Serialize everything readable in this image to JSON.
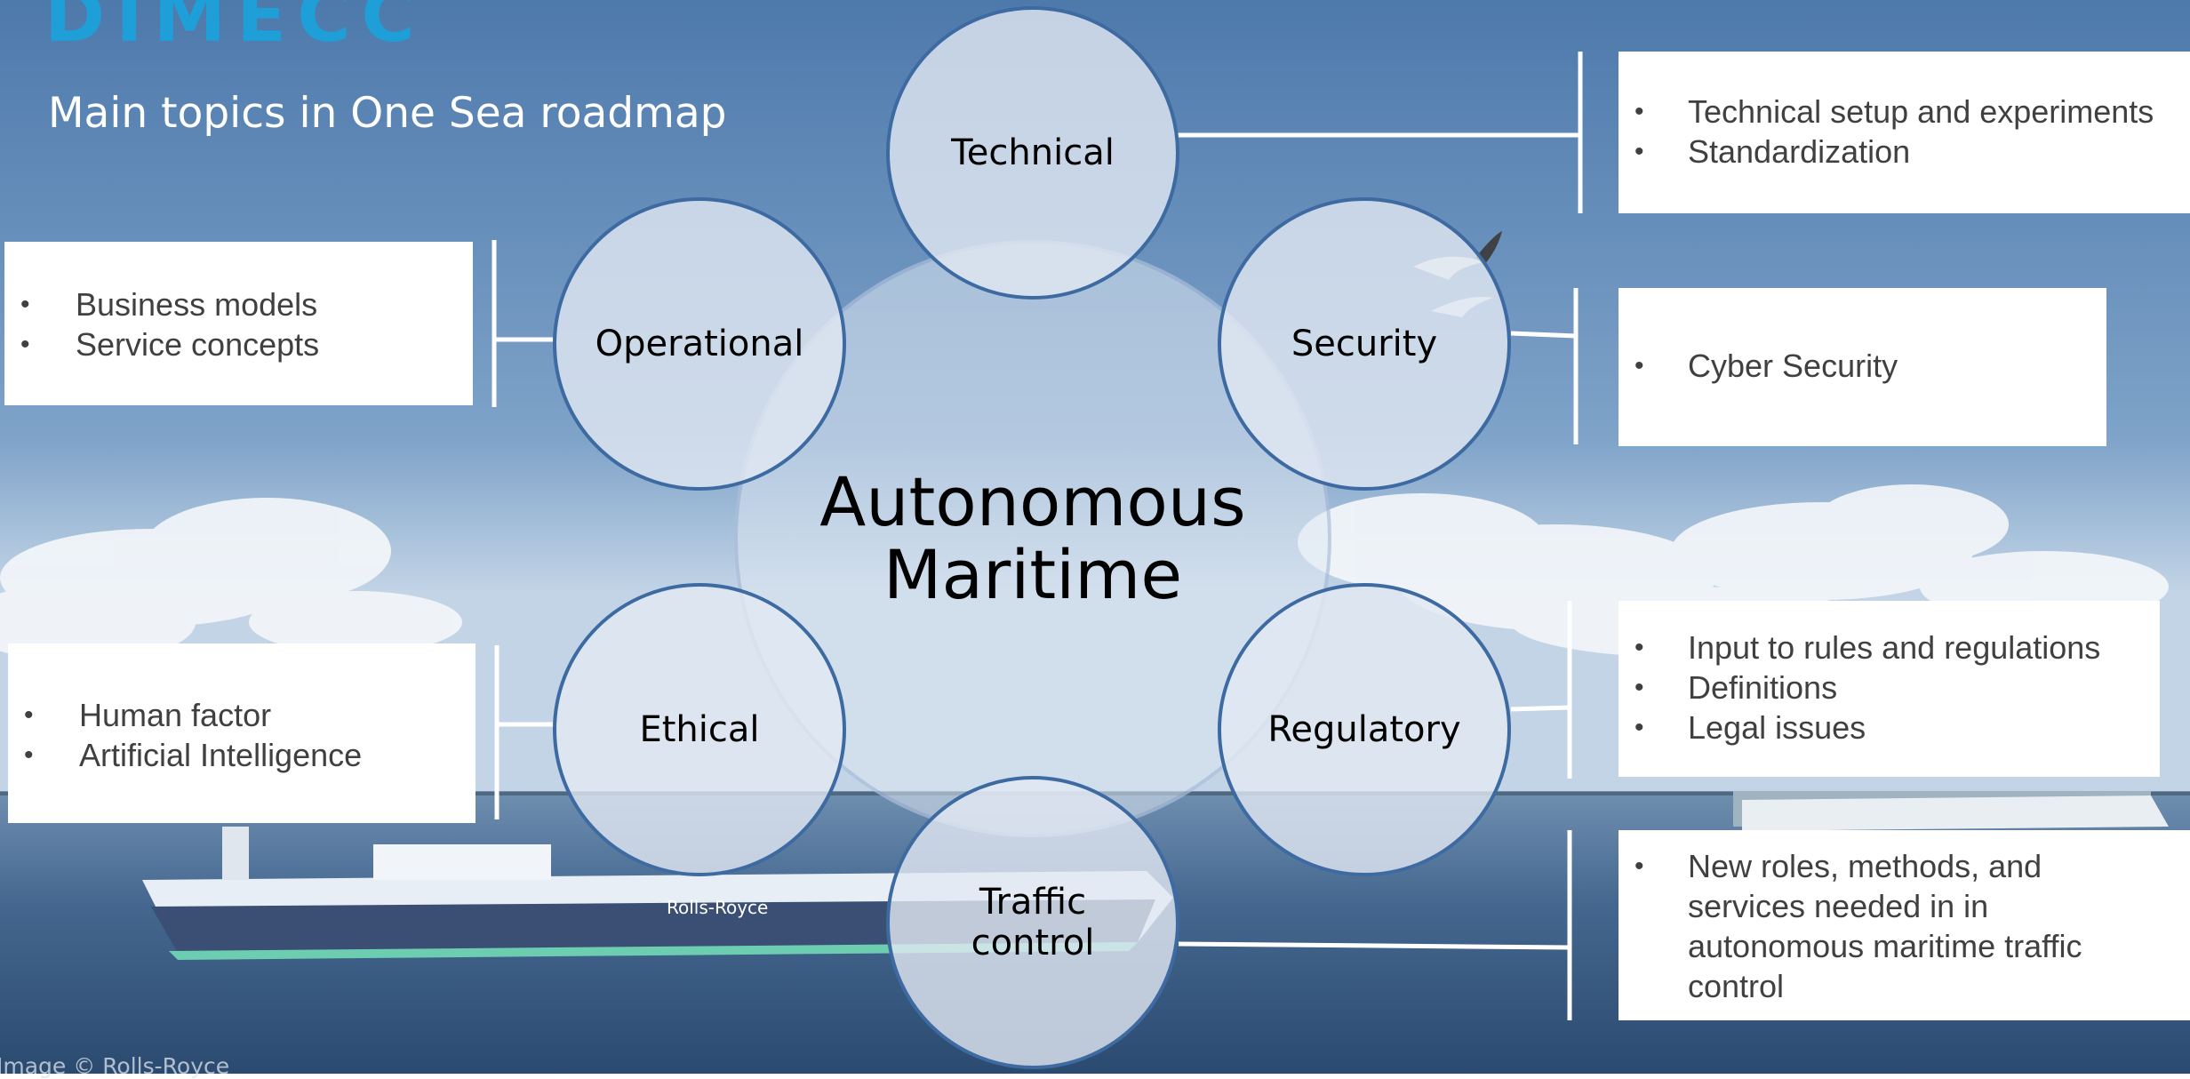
{
  "logo": {
    "text": "DIMECC",
    "color": "#1e9fd8"
  },
  "subtitle": "Main topics in One Sea roadmap",
  "diagram": {
    "center": "Autonomous\nMaritime",
    "nodes": [
      {
        "id": "technical",
        "label": "Technical"
      },
      {
        "id": "security",
        "label": "Security"
      },
      {
        "id": "regulatory",
        "label": "Regulatory"
      },
      {
        "id": "traffic",
        "label": "Traffic\ncontrol"
      },
      {
        "id": "ethical",
        "label": "Ethical"
      },
      {
        "id": "operational",
        "label": "Operational"
      }
    ],
    "boxes": {
      "technical": [
        "Technical setup and experiments",
        "Standardization"
      ],
      "security": [
        "Cyber Security"
      ],
      "regulatory": [
        "Input to rules and regulations",
        "Definitions",
        "Legal issues"
      ],
      "traffic": [
        "New roles, methods, and services needed in in autonomous maritime traffic control"
      ],
      "ethical": [
        "Human factor",
        "Artificial Intelligence"
      ],
      "operational": [
        "Business models",
        "Service concepts"
      ]
    }
  },
  "ship_brand": "Rolls-Royce",
  "image_credit": "Image © Rolls-Royce",
  "colors": {
    "circle_border": "#3e6aa2",
    "sky": "#5c86b6",
    "sea": "#3a5c83"
  }
}
